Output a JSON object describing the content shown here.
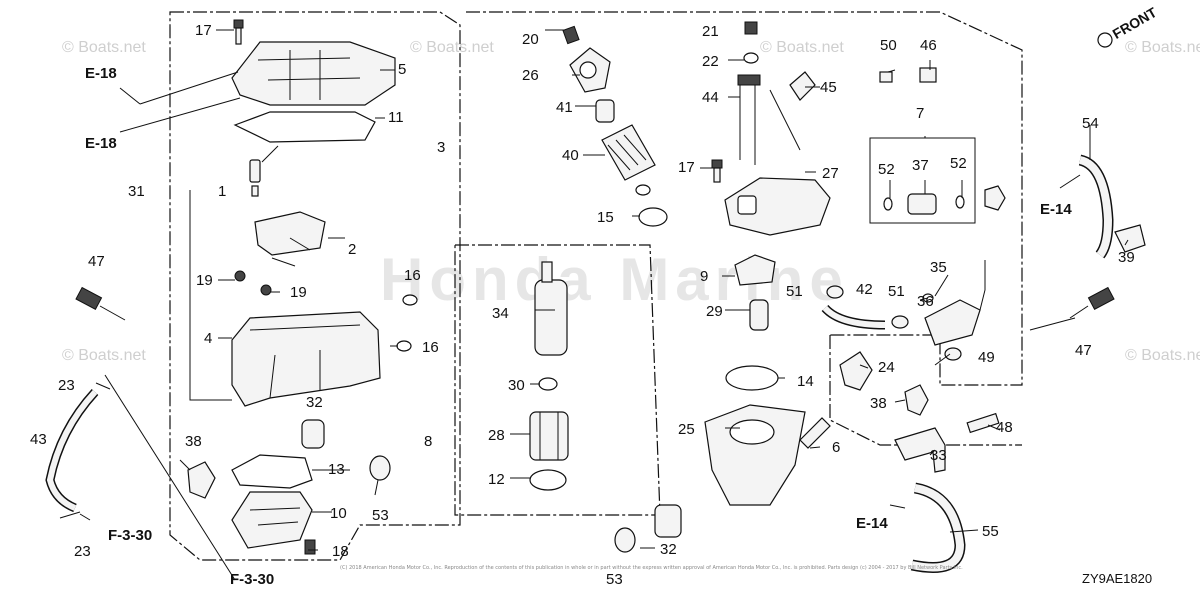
{
  "watermark": {
    "text": "© Boats.net",
    "logo_text": "Honda Marine"
  },
  "diagram_code": "ZY9AE1820",
  "fine_print": "(C) 2018 American Honda Motor Co., Inc. Reproduction of the contents of this publication in whole or in part without the express written approval of American Honda Motor Co., Inc. is prohibited. Parts design (c) 2004 - 2017 by Bill Network Parts Inc.",
  "front_label": "FRONT",
  "callouts": [
    {
      "id": "c17a",
      "num": "17"
    },
    {
      "id": "c5",
      "num": "5"
    },
    {
      "id": "c11",
      "num": "11"
    },
    {
      "id": "c31",
      "num": "31"
    },
    {
      "id": "c1",
      "num": "1"
    },
    {
      "id": "c2",
      "num": "2"
    },
    {
      "id": "c47a",
      "num": "47"
    },
    {
      "id": "c19a",
      "num": "19"
    },
    {
      "id": "c19b",
      "num": "19"
    },
    {
      "id": "c16a",
      "num": "16"
    },
    {
      "id": "c4",
      "num": "4"
    },
    {
      "id": "c16b",
      "num": "16"
    },
    {
      "id": "c23a",
      "num": "23"
    },
    {
      "id": "c43",
      "num": "43"
    },
    {
      "id": "c32a",
      "num": "32"
    },
    {
      "id": "c38a",
      "num": "38"
    },
    {
      "id": "c13",
      "num": "13"
    },
    {
      "id": "c10",
      "num": "10"
    },
    {
      "id": "c18",
      "num": "18"
    },
    {
      "id": "c23b",
      "num": "23"
    },
    {
      "id": "c53a",
      "num": "53"
    },
    {
      "id": "c3",
      "num": "3"
    },
    {
      "id": "c20",
      "num": "20"
    },
    {
      "id": "c26",
      "num": "26"
    },
    {
      "id": "c41",
      "num": "41"
    },
    {
      "id": "c40",
      "num": "40"
    },
    {
      "id": "c21",
      "num": "21"
    },
    {
      "id": "c22",
      "num": "22"
    },
    {
      "id": "c44",
      "num": "44"
    },
    {
      "id": "c45",
      "num": "45"
    },
    {
      "id": "c17b",
      "num": "17"
    },
    {
      "id": "c27",
      "num": "27"
    },
    {
      "id": "c15",
      "num": "15"
    },
    {
      "id": "c9",
      "num": "9"
    },
    {
      "id": "c34",
      "num": "34"
    },
    {
      "id": "c29",
      "num": "29"
    },
    {
      "id": "c30",
      "num": "30"
    },
    {
      "id": "c14",
      "num": "14"
    },
    {
      "id": "c8",
      "num": "8"
    },
    {
      "id": "c28",
      "num": "28"
    },
    {
      "id": "c12",
      "num": "12"
    },
    {
      "id": "c25",
      "num": "25"
    },
    {
      "id": "c6",
      "num": "6"
    },
    {
      "id": "c32b",
      "num": "32"
    },
    {
      "id": "c53b",
      "num": "53"
    },
    {
      "id": "c50",
      "num": "50"
    },
    {
      "id": "c46",
      "num": "46"
    },
    {
      "id": "c7",
      "num": "7"
    },
    {
      "id": "c52a",
      "num": "52"
    },
    {
      "id": "c37",
      "num": "37"
    },
    {
      "id": "c52b",
      "num": "52"
    },
    {
      "id": "c35",
      "num": "35"
    },
    {
      "id": "c36",
      "num": "36"
    },
    {
      "id": "c51a",
      "num": "51"
    },
    {
      "id": "c42",
      "num": "42"
    },
    {
      "id": "c51b",
      "num": "51"
    },
    {
      "id": "c24",
      "num": "24"
    },
    {
      "id": "c49",
      "num": "49"
    },
    {
      "id": "c38b",
      "num": "38"
    },
    {
      "id": "c48",
      "num": "48"
    },
    {
      "id": "c33",
      "num": "33"
    },
    {
      "id": "c54",
      "num": "54"
    },
    {
      "id": "c39",
      "num": "39"
    },
    {
      "id": "c47b",
      "num": "47"
    },
    {
      "id": "c55",
      "num": "55"
    }
  ],
  "refs": [
    {
      "id": "r_e18a",
      "label": "E-18"
    },
    {
      "id": "r_e18b",
      "label": "E-18"
    },
    {
      "id": "r_f330a",
      "label": "F-3-30"
    },
    {
      "id": "r_f330b",
      "label": "F-3-30"
    },
    {
      "id": "r_e14a",
      "label": "E-14"
    },
    {
      "id": "r_e14b",
      "label": "E-14"
    }
  ]
}
